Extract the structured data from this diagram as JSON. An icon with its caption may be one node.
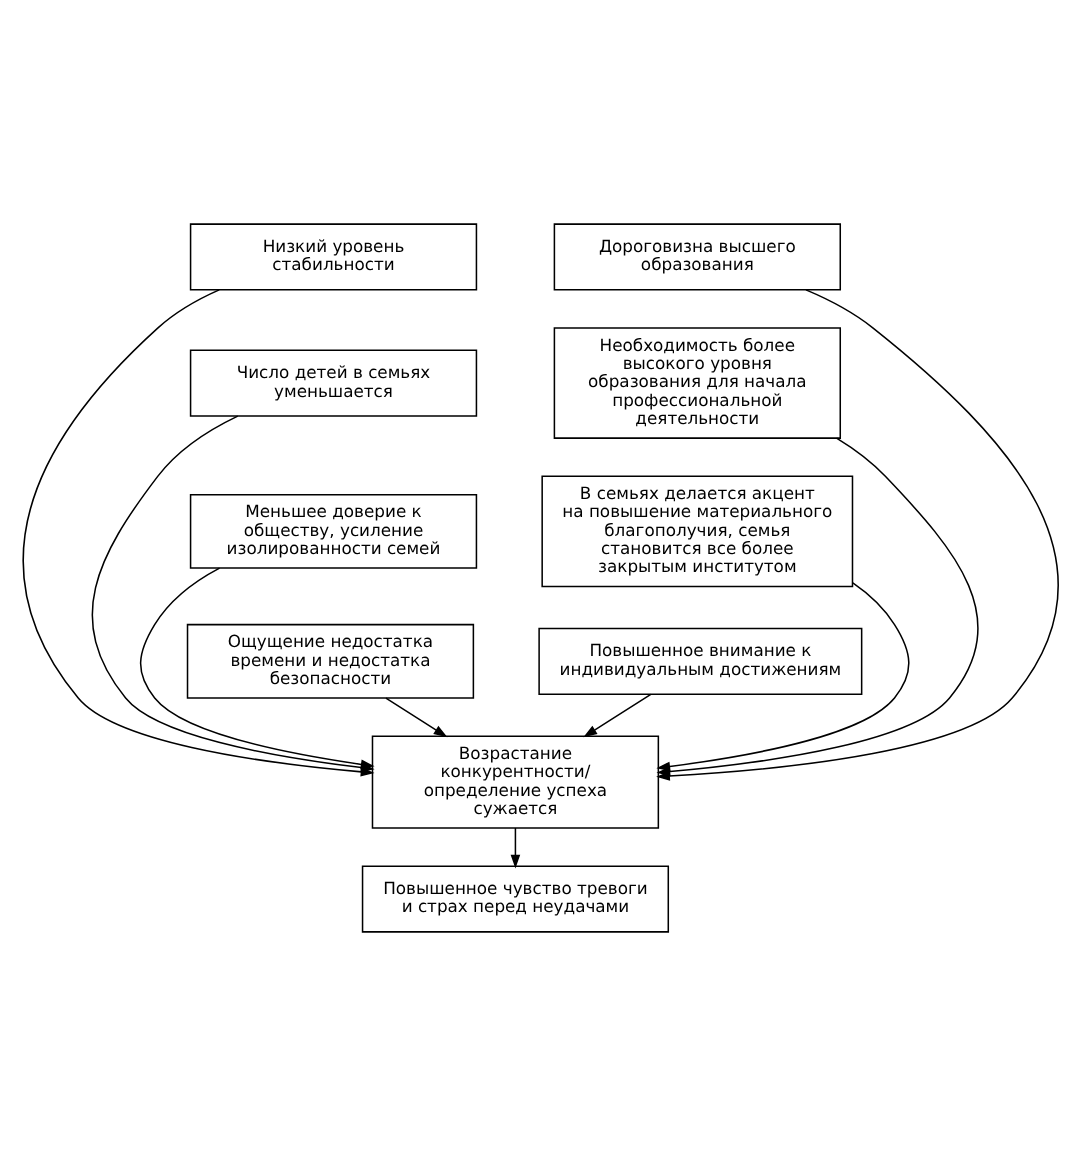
{
  "diagram": {
    "nodes": [
      {
        "text": [
          "Низкий уровень стабильности"
        ]
      },
      {
        "text": [
          "Дороговизна высшего образования"
        ]
      },
      {
        "text": [
          "Число детей в семьях уменьшается"
        ]
      },
      {
        "text": [
          "Необходимость более высокого уровня образования для начала профессиональной деятельности"
        ]
      },
      {
        "text": [
          "Меньшее доверие к обществу, усиление изолированности семей"
        ]
      },
      {
        "text": [
          "В семьях делается акцент на повышение материального благополучия, семья становится все более закрытым институтом"
        ]
      },
      {
        "text": [
          "Ощущение недостатка времени и недостатка безопасности"
        ]
      },
      {
        "text": [
          "Повышенное внимание к индивидуальным достижениям"
        ]
      },
      {
        "text": [
          "Возрастание конкурентности/ определение успеха сужается"
        ]
      },
      {
        "text": [
          "Повышенное чувство тревоги и страх перед неудачами"
        ]
      }
    ],
    "edges": [
      {
        "from": 0,
        "to": 8,
        "arrow": "to"
      },
      {
        "from": 1,
        "to": 8,
        "arrow": "to"
      },
      {
        "from": 2,
        "to": 8,
        "arrow": "to"
      },
      {
        "from": 3,
        "to": 8,
        "arrow": "to"
      },
      {
        "from": 4,
        "to": 8,
        "arrow": "to"
      },
      {
        "from": 5,
        "to": 8,
        "arrow": "to"
      },
      {
        "from": 6,
        "to": 8,
        "arrow": "to"
      },
      {
        "from": 7,
        "to": 8,
        "arrow": "to"
      },
      {
        "from": 8,
        "to": 9,
        "arrow": "to"
      }
    ]
  }
}
